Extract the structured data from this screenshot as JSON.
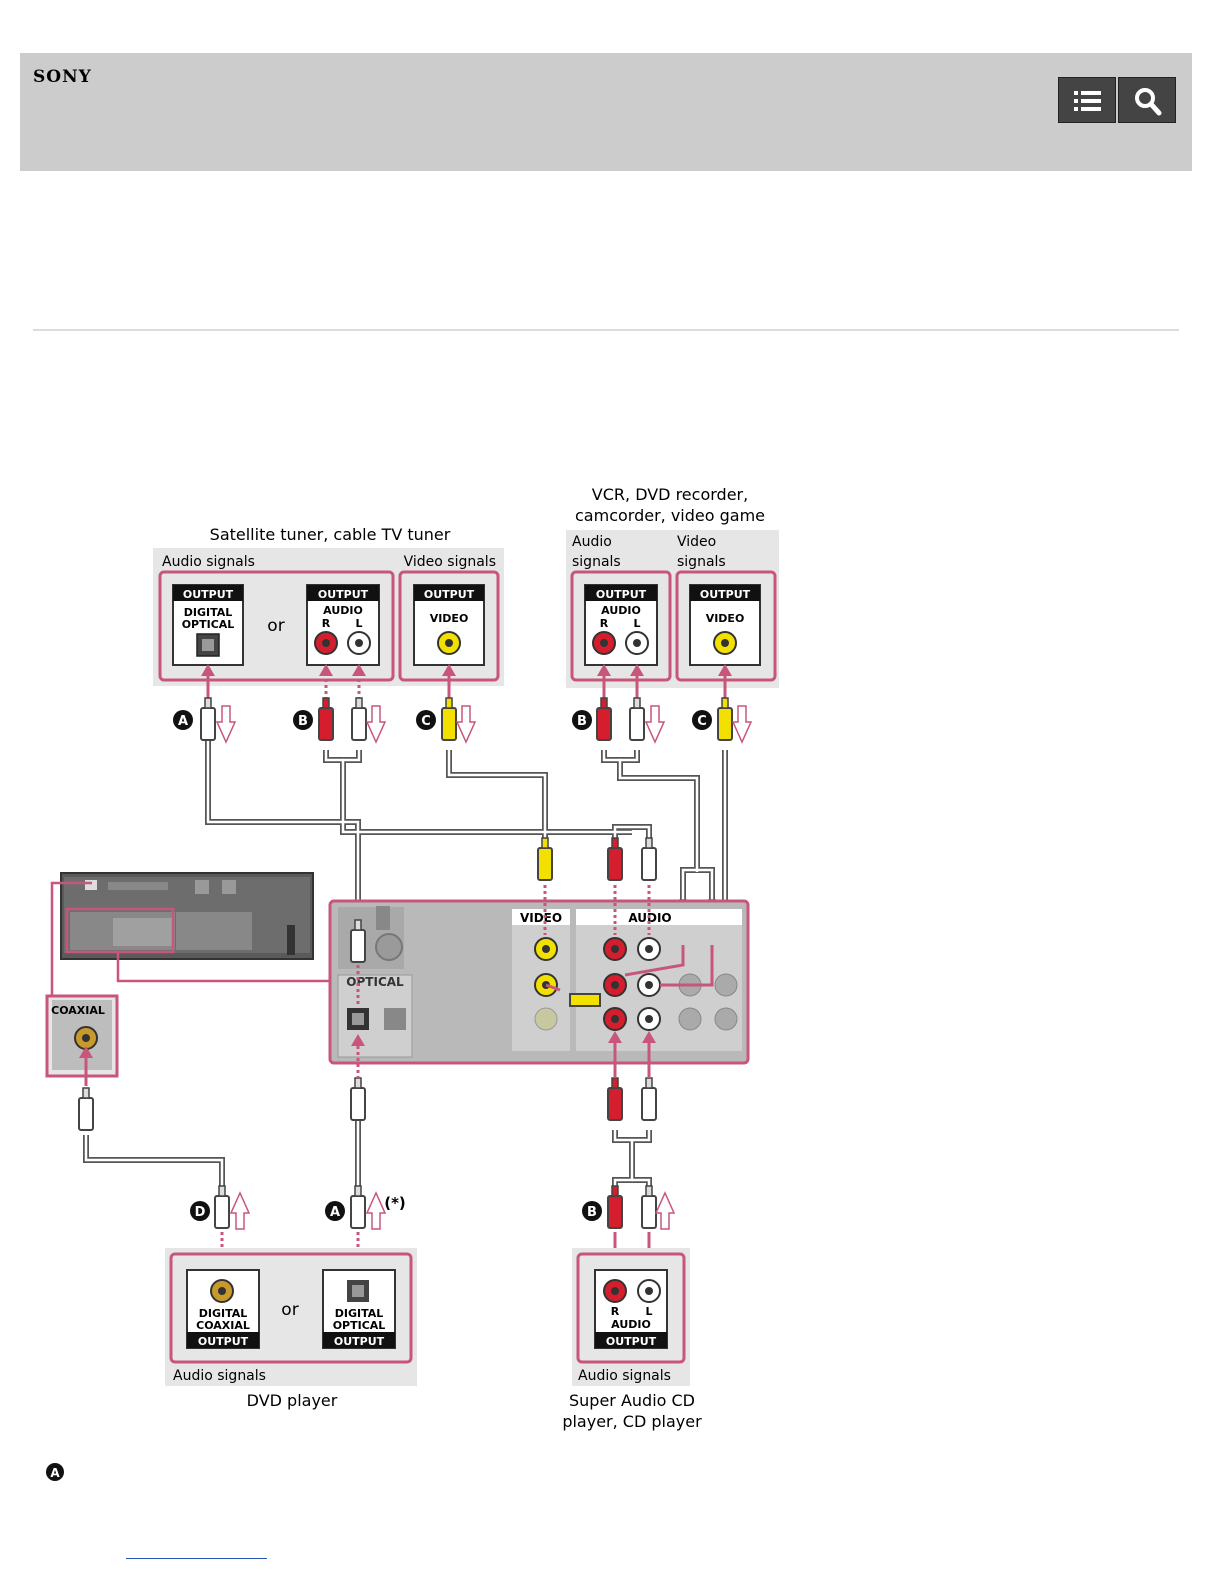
{
  "header": {
    "brand": "SONY",
    "toc_icon": "list-icon",
    "search_icon": "search-icon",
    "background": "#cccccc"
  },
  "diagram": {
    "devices": {
      "satellite": "Satellite tuner, cable TV tuner",
      "vcr_line1": "VCR, DVD recorder,",
      "vcr_line2": "camcorder, video game",
      "dvd": "DVD player",
      "sacd_line1": "Super Audio CD",
      "sacd_line2": "player, CD player"
    },
    "labels": {
      "audio_signals": "Audio signals",
      "video_signals": "Video signals",
      "audio": "Audio",
      "video": "Video",
      "signals": "signals",
      "output": "OUTPUT",
      "digital": "DIGITAL",
      "optical": "OPTICAL",
      "coaxial": "COAXIAL",
      "audio_caps": "AUDIO",
      "video_caps": "VIDEO",
      "r": "R",
      "l": "L",
      "or": "or",
      "asterisk": "(*)",
      "panel_video": "VIDEO",
      "panel_audio": "AUDIO",
      "panel_optical": "OPTICAL",
      "panel_coaxial": "COAXIAL"
    },
    "markers": [
      "A",
      "B",
      "C",
      "D"
    ],
    "colors": {
      "accent_pink": "#c8567b",
      "panel_fill": "#e6e6e6",
      "jack_red": "#d41e2d",
      "jack_yellow": "#f2e100",
      "jack_white": "#ffffff"
    }
  },
  "legend": {
    "marker": "A"
  }
}
